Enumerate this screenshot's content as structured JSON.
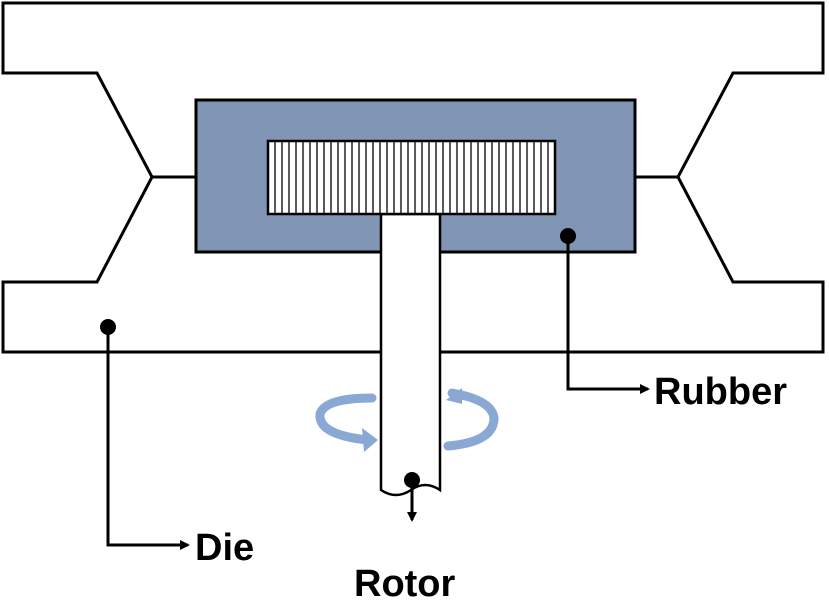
{
  "labels": {
    "rubber": "Rubber",
    "die": "Die",
    "rotor": "Rotor"
  },
  "colors": {
    "rubber_fill": "#8096b4",
    "rotation_arrow": "#8aa8d4",
    "stroke": "#000000",
    "background": "#ffffff"
  },
  "icons": {
    "rotation": "rotation-arrows-icon"
  }
}
